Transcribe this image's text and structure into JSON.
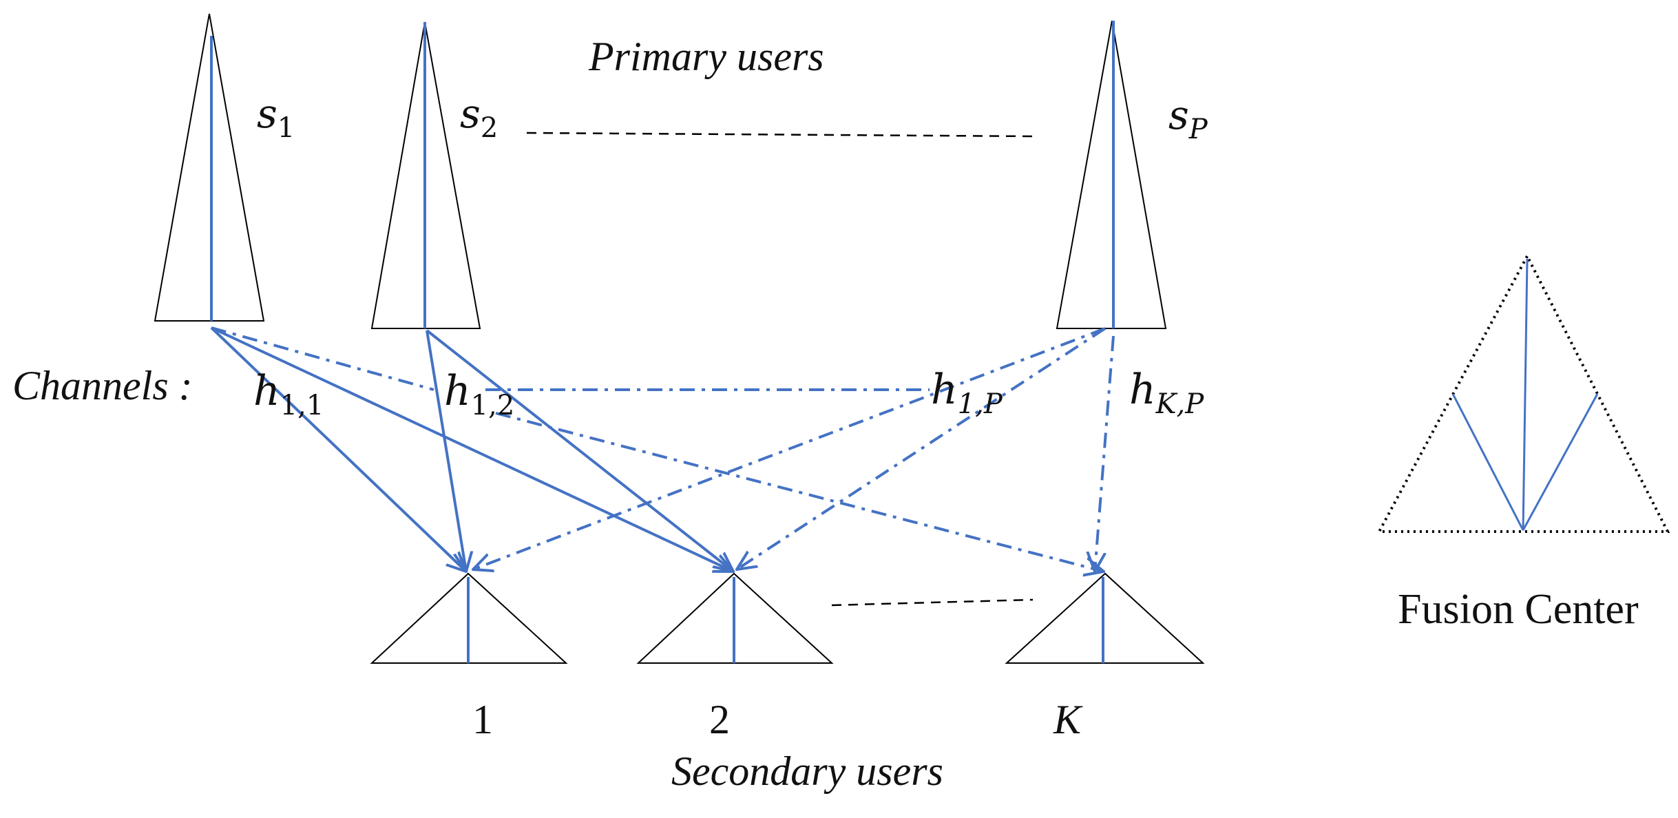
{
  "primary_label": "Primary users",
  "secondary_label": "Secondary users",
  "channels_label": "Channels :",
  "fusion_label": "Fusion Center",
  "primary_users": [
    {
      "symbol": "s",
      "sub": "1"
    },
    {
      "symbol": "s",
      "sub": "2"
    },
    {
      "symbol": "s",
      "sub": "P"
    }
  ],
  "secondary_users": [
    "1",
    "2",
    "K"
  ],
  "channel_labels": [
    {
      "symbol": "h",
      "sub": "1,1"
    },
    {
      "symbol": "h",
      "sub": "1,2"
    },
    {
      "symbol": "h",
      "sub": "1,P"
    },
    {
      "symbol": "h",
      "sub": "K,P"
    }
  ],
  "colors": {
    "link": "#4472C4",
    "outline": "#000000",
    "text": "#111111"
  }
}
